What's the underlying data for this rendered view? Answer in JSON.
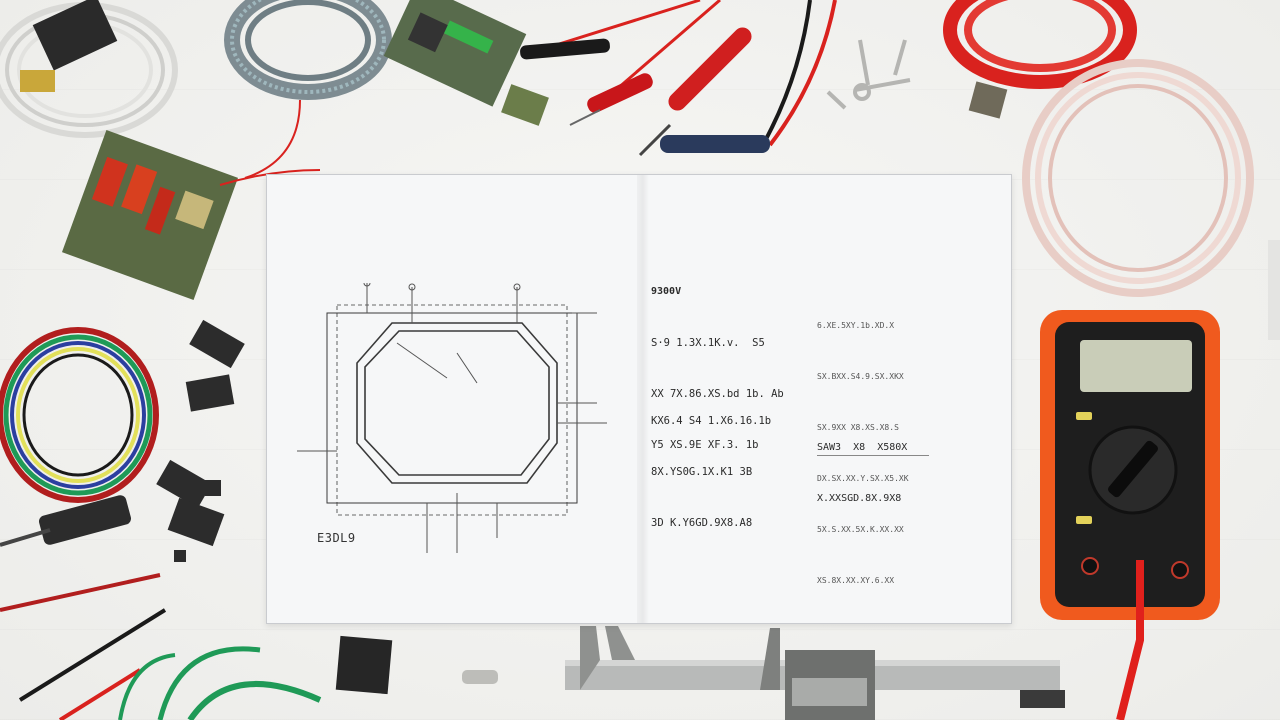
{
  "document": {
    "schematic_caption": "E3DL9",
    "heading": "9300V",
    "block_a": [
      "S·9 1.3X.1K.v.  S5",
      "XX 7X.86.XS.bd 1b. Ab",
      "Y5 XS.9E XF.3. 1b"
    ],
    "block_b": [
      "KX6.4 S4 1.X6.16.1b",
      "8X.YS0G.1X.K1 3B",
      "3D K.Y6GD.9X8.A8"
    ],
    "block_c": [
      "6.XE.5XY.1b.XD.X",
      "SX.BXX.S4.9.SX.XKX",
      "SX.9XX X8.XS.X8.S",
      "DX.SX.XX.Y.SX.X5.XK",
      "5X.S.XX.5X.K.XX.XX",
      "XS.8X.XX.XY.6.XX"
    ],
    "block_d": [
      "SAW3  X8  X580X",
      "X.XXSGD.8X.9X8"
    ]
  },
  "colors": {
    "desk": "#f1f1ef",
    "multimeter_body": "#f05a1e",
    "red_wire": "#d9221e",
    "green_wire": "#1f9a57"
  }
}
